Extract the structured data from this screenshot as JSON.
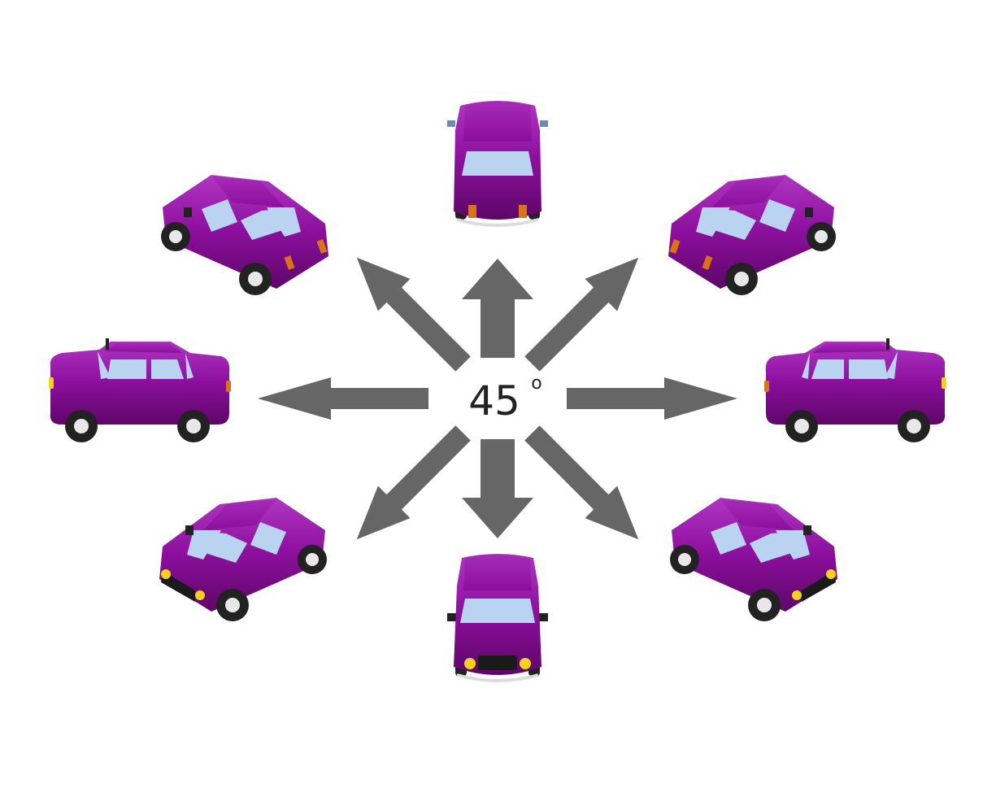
{
  "diagram": {
    "center_label": "45",
    "center_superscript": "o",
    "arrow_angles_deg": [
      0,
      45,
      90,
      135,
      180,
      225,
      270,
      315
    ],
    "arrow_icon": "arrow-icon",
    "car_icon": "car-icon",
    "colors": {
      "car_body": "#8b0f9c",
      "car_body_highlight": "#a62bb8",
      "car_body_shade": "#6a0877",
      "window": "#b9d3f0",
      "tire": "#222222",
      "hub": "#e8e8e8",
      "arrow": "#666666",
      "tail_light": "#d9731a",
      "head_light": "#f2d21b",
      "grille": "#1a1a1a"
    },
    "car_views": [
      {
        "id": "rear",
        "heading_deg": 90
      },
      {
        "id": "rear-right",
        "heading_deg": 45
      },
      {
        "id": "right-side",
        "heading_deg": 0
      },
      {
        "id": "front-right",
        "heading_deg": 315
      },
      {
        "id": "front",
        "heading_deg": 270
      },
      {
        "id": "front-left",
        "heading_deg": 225
      },
      {
        "id": "left-side",
        "heading_deg": 180
      },
      {
        "id": "rear-left",
        "heading_deg": 135
      }
    ]
  }
}
